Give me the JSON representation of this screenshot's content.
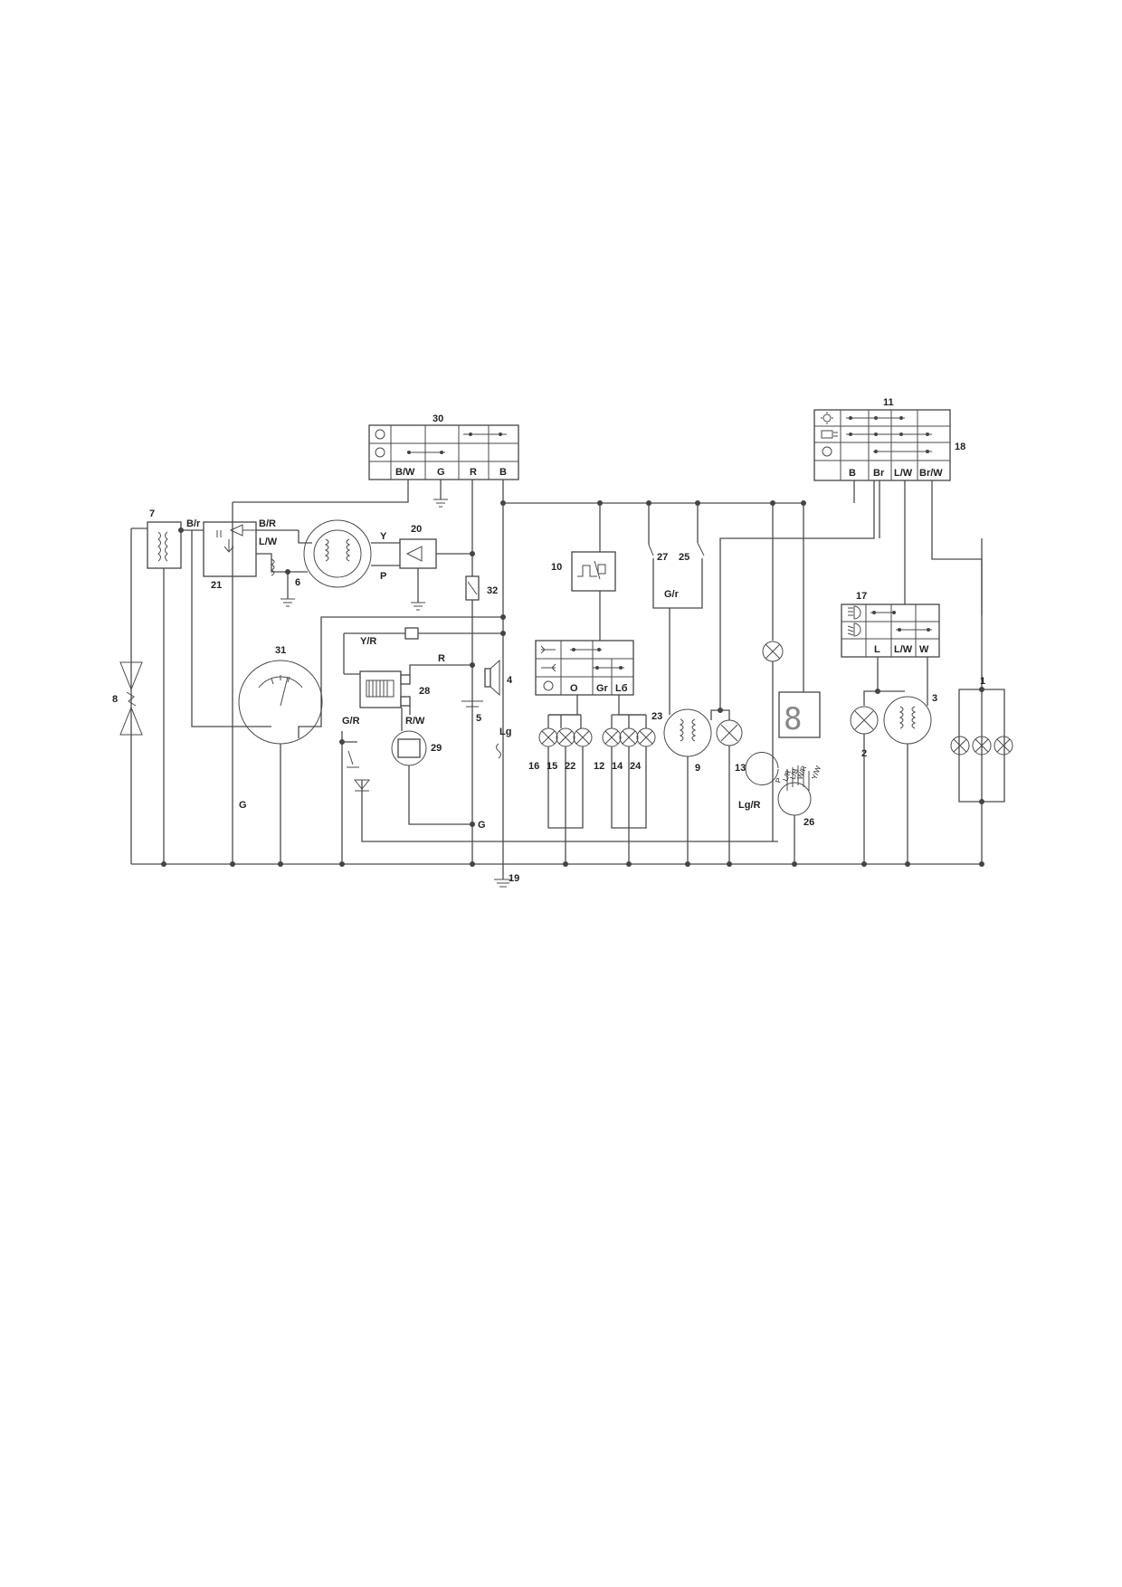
{
  "components": {
    "c1": "1",
    "c2": "2",
    "c3": "3",
    "c4": "4",
    "c5": "5",
    "c6": "6",
    "c7": "7",
    "c8": "8",
    "c9": "9",
    "c10": "10",
    "c11": "11",
    "c12": "12",
    "c13": "13",
    "c14": "14",
    "c15": "15",
    "c16": "16",
    "c17": "17",
    "c18": "18",
    "c19": "19",
    "c20": "20",
    "c21": "21",
    "c22": "22",
    "c23": "23",
    "c24": "24",
    "c25": "25",
    "c26": "26",
    "c27": "27",
    "c28": "28",
    "c29": "29",
    "c30": "30",
    "c31": "31",
    "c32": "32"
  },
  "ignition_switch_30": {
    "terminals": [
      "B/W",
      "G",
      "R",
      "B"
    ]
  },
  "light_switch_11_18": {
    "terminals": [
      "B",
      "Br",
      "L/W",
      "Br/W"
    ]
  },
  "beam_switch_17": {
    "terminals": [
      "L",
      "L/W",
      "W"
    ]
  },
  "turn_switch": {
    "terminals": [
      "O",
      "Gr",
      "Lб"
    ]
  },
  "wires": {
    "b_r": "B/r",
    "b_r_cap": "B/R",
    "l_w": "L/W",
    "y": "Y",
    "p": "P",
    "y_r": "Y/R",
    "r": "R",
    "g_r": "G/R",
    "r_w": "R/W",
    "lg": "Lg",
    "g_left": "G",
    "g_bottom": "G",
    "g_r_small": "G/r",
    "lg_r": "Lg/R"
  },
  "gear_indicator_pins": [
    "P",
    "L/R",
    "L/B",
    "W/R",
    "Y/W"
  ],
  "colors": {
    "line": "#4a4a4a",
    "background": "#ffffff"
  }
}
